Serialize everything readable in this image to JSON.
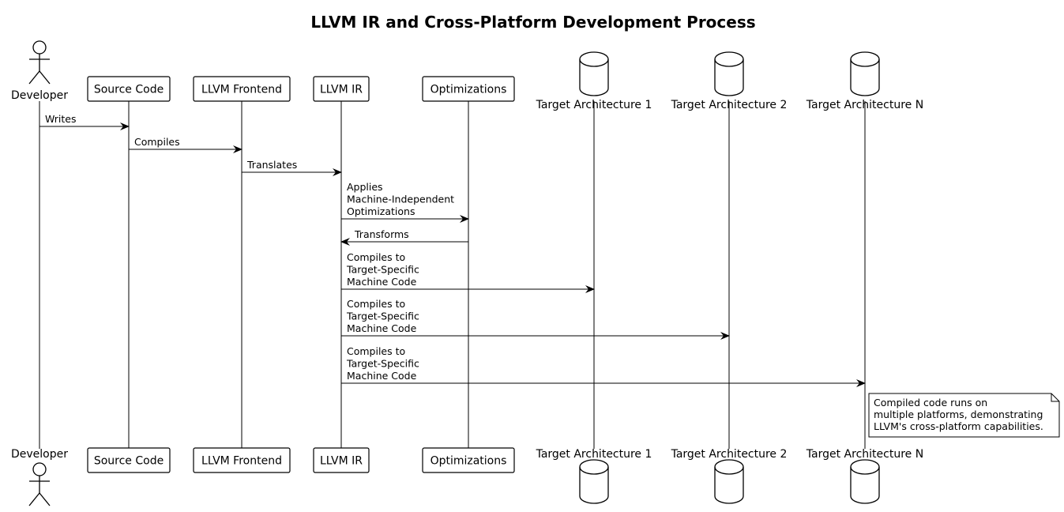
{
  "title": "LLVM IR and Cross-Platform Development Process",
  "participants": [
    {
      "id": "developer",
      "label": "Developer",
      "kind": "actor"
    },
    {
      "id": "source",
      "label": "Source Code",
      "kind": "box"
    },
    {
      "id": "frontend",
      "label": "LLVM Frontend",
      "kind": "box"
    },
    {
      "id": "ir",
      "label": "LLVM IR",
      "kind": "box"
    },
    {
      "id": "opt",
      "label": "Optimizations",
      "kind": "box"
    },
    {
      "id": "t1",
      "label": "Target Architecture 1",
      "kind": "database"
    },
    {
      "id": "t2",
      "label": "Target Architecture 2",
      "kind": "database"
    },
    {
      "id": "tn",
      "label": "Target Architecture N",
      "kind": "database"
    }
  ],
  "messages": [
    {
      "from": "developer",
      "to": "source",
      "lines": [
        "Writes"
      ]
    },
    {
      "from": "source",
      "to": "frontend",
      "lines": [
        "Compiles"
      ]
    },
    {
      "from": "frontend",
      "to": "ir",
      "lines": [
        "Translates"
      ]
    },
    {
      "from": "ir",
      "to": "opt",
      "lines": [
        "Applies",
        "Machine-Independent",
        "Optimizations"
      ]
    },
    {
      "from": "opt",
      "to": "ir",
      "lines": [
        "Transforms"
      ]
    },
    {
      "from": "ir",
      "to": "t1",
      "lines": [
        "Compiles to",
        "Target-Specific",
        "Machine Code"
      ]
    },
    {
      "from": "ir",
      "to": "t2",
      "lines": [
        "Compiles to",
        "Target-Specific",
        "Machine Code"
      ]
    },
    {
      "from": "ir",
      "to": "tn",
      "lines": [
        "Compiles to",
        "Target-Specific",
        "Machine Code"
      ]
    }
  ],
  "note": {
    "attached_to": "tn",
    "lines": [
      "Compiled code runs on",
      "multiple platforms, demonstrating",
      "LLVM's cross-platform capabilities."
    ]
  }
}
